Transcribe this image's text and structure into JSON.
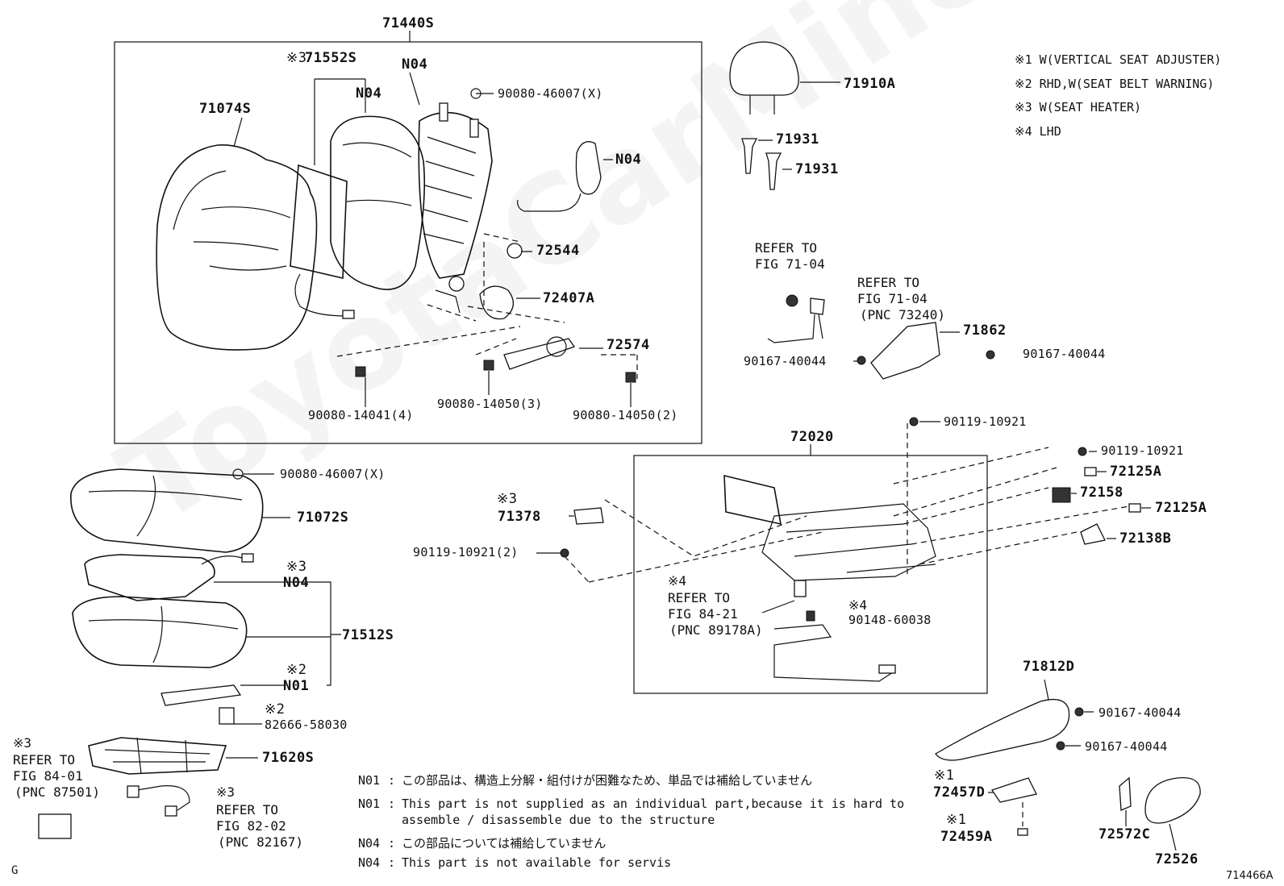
{
  "watermark": "ToyotaCarMine.ru",
  "legend": [
    "※1 W(VERTICAL SEAT ADJUSTER)",
    "※2 RHD,W(SEAT BELT WARNING)",
    "※3 W(SEAT HEATER)",
    "※4 LHD"
  ],
  "parts": {
    "p71440S": "71440S",
    "p71552S_mark": "※3",
    "p71552S": "71552S",
    "p71074S": "71074S",
    "n04_a": "N04",
    "n04_b": "N04",
    "p90080_46007_top": "90080-46007(X)",
    "n04_c": "N04",
    "p72544": "72544",
    "p72407A": "72407A",
    "p72574": "72574",
    "p90080_14041": "90080-14041(4)",
    "p90080_14050_3": "90080-14050(3)",
    "p90080_14050_2": "90080-14050(2)",
    "p71910A": "71910A",
    "p71931_a": "71931",
    "p71931_b": "71931",
    "refer_fig7104_a1": "REFER TO",
    "refer_fig7104_a2": "FIG 71-04",
    "refer_fig7104_b1": "REFER TO",
    "refer_fig7104_b2": "FIG 71-04",
    "refer_fig7104_b3": "(PNC 73240)",
    "p71862": "71862",
    "p90167_40044_a": "90167-40044",
    "p90167_40044_b": "90167-40044",
    "p90119_10921_a": "90119-10921",
    "p72020": "72020",
    "p90119_10921_b": "90119-10921",
    "p72125A_a": "72125A",
    "p72158": "72158",
    "p72125A_b": "72125A",
    "p72138B": "72138B",
    "p90080_46007_mid": "90080-46007(X)",
    "p71072S": "71072S",
    "p71378_mark": "※3",
    "p71378": "71378",
    "p90119_10921_2": "90119-10921(2)",
    "n04_d_mark": "※3",
    "n04_d": "N04",
    "p71512S": "71512S",
    "n01_mark": "※2",
    "n01": "N01",
    "refer_fig8421_mark": "※4",
    "refer_fig8421_1": "REFER TO",
    "refer_fig8421_2": "FIG 84-21",
    "refer_fig8421_3": "(PNC 89178A)",
    "p90148_mark": "※4",
    "p90148_60038": "90148-60038",
    "p82666_mark": "※2",
    "p82666_58030": "82666-58030",
    "refer_fig8401_mark": "※3",
    "refer_fig8401_1": "REFER TO",
    "refer_fig8401_2": "FIG 84-01",
    "refer_fig8401_3": "(PNC 87501)",
    "p71620S": "71620S",
    "refer_fig8202_mark": "※3",
    "refer_fig8202_1": "REFER TO",
    "refer_fig8202_2": "FIG 82-02",
    "refer_fig8202_3": "(PNC 82167)",
    "p71812D": "71812D",
    "p90167_40044_c": "90167-40044",
    "p90167_40044_d": "90167-40044",
    "p72457D_mark": "※1",
    "p72457D": "72457D",
    "p72459A_mark": "※1",
    "p72459A": "72459A",
    "p72572C": "72572C",
    "p72526": "72526"
  },
  "notes": [
    {
      "code": "N01",
      "sep": ":",
      "text": "この部品は、構造上分解・組付けが困難なため、単品では補給していません"
    },
    {
      "code": "N01",
      "sep": ":",
      "text": "This part is not supplied as an individual part,because it is hard to"
    },
    {
      "code": "",
      "sep": "",
      "text": "assemble / disassemble due to the structure"
    },
    {
      "code": "N04",
      "sep": ":",
      "text": "この部品については補給していません"
    },
    {
      "code": "N04",
      "sep": ":",
      "text": "This part is not available for servis"
    }
  ],
  "corner_left": "G",
  "figure_id": "714466A"
}
